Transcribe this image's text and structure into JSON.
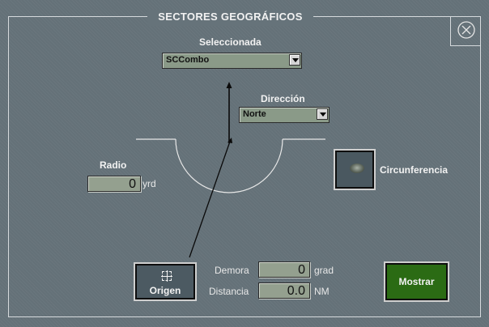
{
  "window": {
    "title": "SECTORES GEOGRÁFICOS"
  },
  "selection": {
    "label": "Seleccionada",
    "value": "SCCombo"
  },
  "direction": {
    "label": "Dirección",
    "value": "Norte"
  },
  "radius": {
    "label": "Radio",
    "value": "0",
    "unit": "yrd"
  },
  "circumference": {
    "label": "Circunferencia"
  },
  "origin": {
    "label": "Origen"
  },
  "bearing": {
    "label": "Demora",
    "value": "0",
    "unit": "grad"
  },
  "distance": {
    "label": "Distancia",
    "value": "0.0",
    "unit": "NM"
  },
  "show": {
    "label": "Mostrar"
  },
  "colors": {
    "panel": "#66737a",
    "field": "#94a08f",
    "show_button": "#2b6b14"
  }
}
